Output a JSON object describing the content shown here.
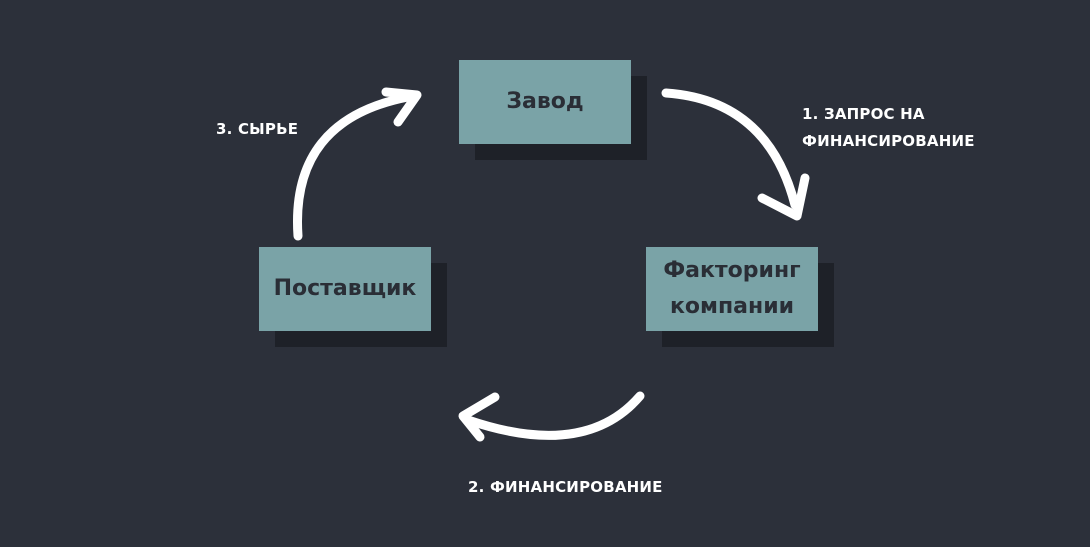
{
  "diagram": {
    "nodes": {
      "factory": "Завод",
      "factoring": "Факторинг\nкомпании",
      "supplier": "Поставщик"
    },
    "edges": {
      "step1": "1. ЗАПРОС НА\nФИНАНСИРОВАНИЕ",
      "step2": "2. ФИНАНСИРОВАНИЕ",
      "step3": "3. СЫРЬЕ"
    },
    "colors": {
      "background": "#2c303a",
      "node_fill": "#7aa3a7",
      "node_shadow": "#1e2128",
      "node_text": "#2a2e36",
      "arrow": "#ffffff",
      "label_text": "#ffffff"
    }
  }
}
